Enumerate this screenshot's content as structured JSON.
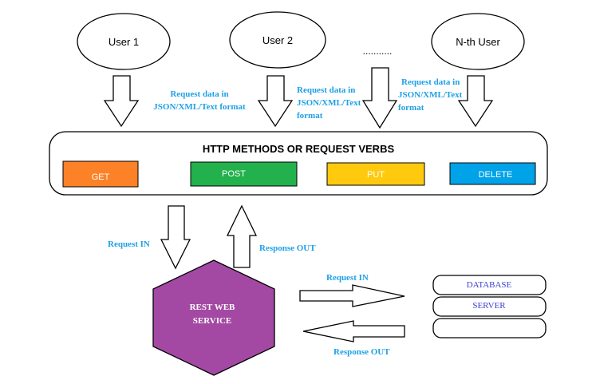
{
  "users": [
    "User 1",
    "User 2",
    "N-th User"
  ],
  "ellipsis": "...........",
  "request_labels": [
    [
      "Request data in",
      "JSON/XML/Text format"
    ],
    [
      "Request data in",
      "JSON/XML/Text",
      "format"
    ],
    [
      "Request data in",
      "JSON/XML/Text",
      "format"
    ]
  ],
  "methods_box": {
    "title": "HTTP METHODS OR REQUEST VERBS",
    "methods": [
      {
        "label": "GET",
        "color": "#fd8127"
      },
      {
        "label": "POST",
        "color": "#22b14c"
      },
      {
        "label": "PUT",
        "color": "#ffc90e"
      },
      {
        "label": "DELETE",
        "color": "#00a2e8"
      }
    ]
  },
  "flow_labels": {
    "request_in": "Request IN",
    "response_out": "Response OUT",
    "db_request_in": "Request IN",
    "db_response_out": "Response OUT"
  },
  "service": {
    "lines": [
      "REST WEB",
      "SERVICE"
    ],
    "color": "#a349a4"
  },
  "database": {
    "lines": [
      "DATABASE",
      "SERVER",
      ""
    ],
    "text_color": "#4040d0"
  }
}
